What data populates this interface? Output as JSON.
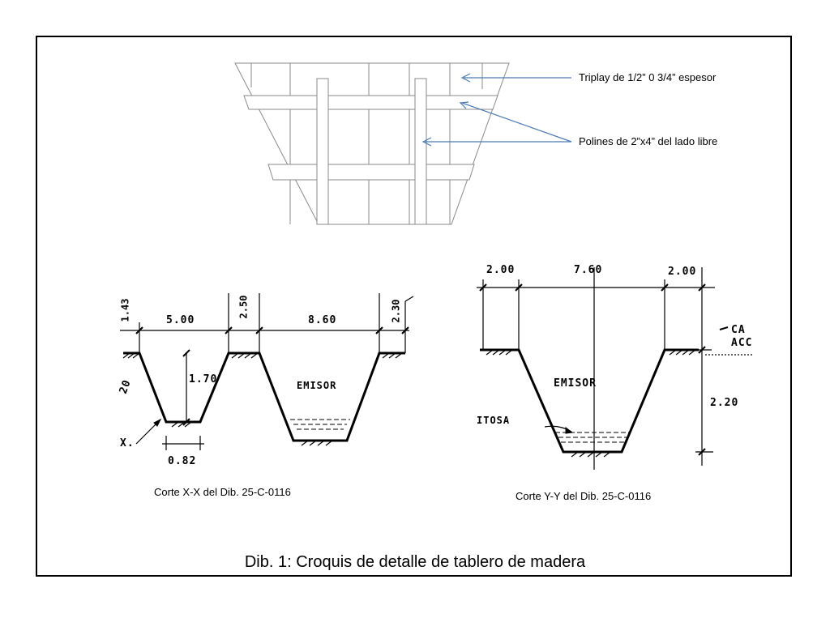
{
  "labels": {
    "triplay": "Triplay de 1/2” 0 3/4” espesor",
    "polines": "Polines de 2”x4” del lado libre"
  },
  "section_xx": {
    "caption": "Corte X-X del Dib. 25-C-0116",
    "dims": {
      "d143": "1.43",
      "d500": "5.00",
      "d250": "2.50",
      "d860": "8.60",
      "d230": "2.30",
      "d170": "1.70",
      "d082": "0.82"
    },
    "partial_left": "20",
    "partial_x": "X.",
    "emisor": "EMISOR"
  },
  "section_yy": {
    "caption": "Corte Y-Y del Dib. 25-C-0116",
    "dims": {
      "d200a": "2.00",
      "d760": "7.60",
      "d200b": "2.00",
      "d220": "2.20"
    },
    "partial_ca": "CA",
    "partial_acc": "ACC",
    "partial_itosa": "ITOSA",
    "emisor": "EMISOR"
  },
  "title": "Dib. 1: Croquis de detalle de tablero de madera",
  "colors": {
    "arrow": "#4a7ab5",
    "line": "#000000",
    "sketch": "#8a8a8a"
  }
}
